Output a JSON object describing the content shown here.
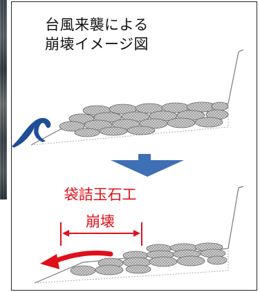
{
  "figure": {
    "title_line1": "台風来襲による",
    "title_line2": "崩壊イメージ図",
    "label_line1": "袋詰玉石工",
    "label_line2": "崩壊"
  },
  "colors": {
    "text": "#111111",
    "accent_red": "#e0101a",
    "wave_blue": "#1f4e99",
    "arrow_blue": "#3f6fb4",
    "stone_fill": "#c8c8c8",
    "line": "#7a7a7a"
  },
  "icons": {
    "wave": "wave-icon",
    "down_arrow": "down-arrow-icon",
    "left_arrow": "left-arrow-icon"
  }
}
